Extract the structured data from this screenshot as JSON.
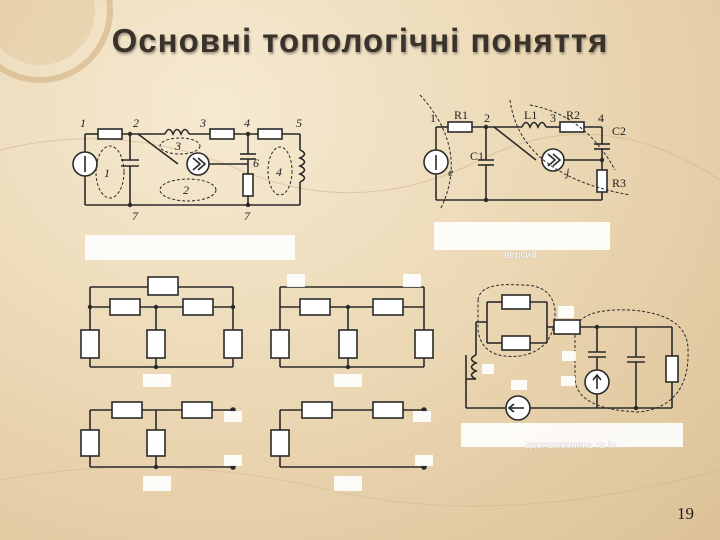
{
  "slide": {
    "title": "Основні топологічні поняття",
    "page_number": "19",
    "caption_right": "версий.",
    "caption_bottom": "двополюсника та ін."
  },
  "diagram_left": {
    "nodes": [
      "1",
      "2",
      "3",
      "4",
      "5",
      "6",
      "7",
      "7"
    ],
    "loops": [
      "1",
      "2",
      "3",
      "4"
    ]
  },
  "diagram_right": {
    "labels": [
      "1",
      "R1",
      "2",
      "L1",
      "3",
      "R2",
      "4",
      "C2",
      "C1",
      "R3",
      "e",
      "j"
    ]
  },
  "colors": {
    "ink": "#2a2a2a",
    "overlay": "#ffffff"
  }
}
